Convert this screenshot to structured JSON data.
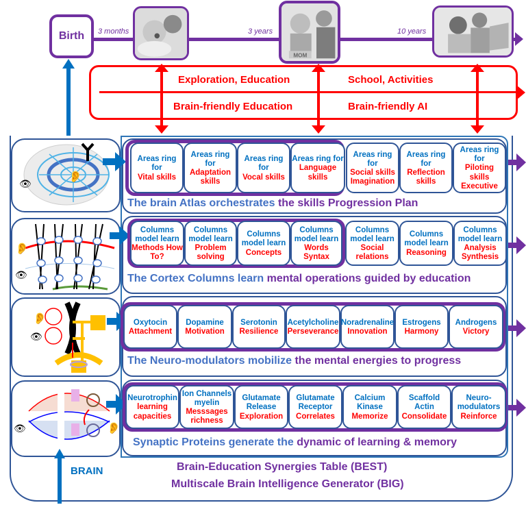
{
  "timeline": {
    "birth_label": "Birth",
    "ages": [
      "3 months",
      "3 years",
      "10 years"
    ],
    "photos": [
      {
        "name": "infant-with-mother-photo",
        "caption": ""
      },
      {
        "name": "toddler-with-grandmother-photo",
        "caption": "MOM"
      },
      {
        "name": "child-with-mother-laptop-photo",
        "caption": ""
      }
    ]
  },
  "context_band": {
    "row1_left": "Exploration,  Education",
    "row1_right": "School, Activities",
    "row2_left": "Brain-friendly Education",
    "row2_right": "Brain-friendly   AI"
  },
  "rows": [
    {
      "id": "atlas",
      "illustration": "brain-atlas-rings-illustration",
      "cells": [
        {
          "top": "Areas ring for",
          "bottom": "Vital skills"
        },
        {
          "top": "Areas ring for",
          "bottom": "Adaptation skills"
        },
        {
          "top": "Areas ring for",
          "bottom": "Vocal skills"
        },
        {
          "top": "Areas ring for",
          "bottom": "Language skills"
        },
        {
          "top": "Areas ring for",
          "bottom": "Social skills Imagination"
        },
        {
          "top": "Areas ring for",
          "bottom": "Reflection skills"
        },
        {
          "top": "Areas ring for",
          "bottom": "Piloting skills Executive"
        }
      ],
      "title_blue": "The brain Atlas orchestrates",
      "title_purple": "the  skills  Progression Plan"
    },
    {
      "id": "columns",
      "illustration": "cortex-columns-illustration",
      "cells": [
        {
          "top": "Columns model learn",
          "bottom": "Methods How To?"
        },
        {
          "top": "Columns model learn",
          "bottom": "Problem solving"
        },
        {
          "top": "Columns model learn",
          "bottom": "Concepts"
        },
        {
          "top": "Columns model learn",
          "bottom": "Words Syntax"
        },
        {
          "top": "Columns model learn",
          "bottom": "Social relations"
        },
        {
          "top": "Columns model learn",
          "bottom": "Reasoning"
        },
        {
          "top": "Columns model learn",
          "bottom": "Analysis Synthesis"
        }
      ],
      "title_blue": "The Cortex Columns  learn",
      "title_purple": "mental operations  guided by education"
    },
    {
      "id": "neuromodulators",
      "illustration": "neuromodulator-pathways-illustration",
      "cells": [
        {
          "top": "Oxytocin",
          "bottom": "Attachment"
        },
        {
          "top": "Dopamine",
          "bottom": "Motivation"
        },
        {
          "top": "Serotonin",
          "bottom": "Resilience"
        },
        {
          "top": "Acetylcholine",
          "bottom": "Perseverance"
        },
        {
          "top": "Noradrenaline",
          "bottom": "Innovation"
        },
        {
          "top": "Estrogens",
          "bottom": "Harmony"
        },
        {
          "top": "Androgens",
          "bottom": "Victory"
        }
      ],
      "title_blue": "The Neuro-modulators  mobilize",
      "title_purple": "the mental energies to progress"
    },
    {
      "id": "synaptic",
      "illustration": "synapse-proteins-illustration",
      "cells": [
        {
          "top": "Neurotrophin",
          "bottom": "learning capacities"
        },
        {
          "top": "Ion Channels myelin",
          "bottom": "Messsages richness"
        },
        {
          "top": "Glutamate Release",
          "bottom": "Exploration"
        },
        {
          "top": "Glutamate Receptor",
          "bottom": "Correlates"
        },
        {
          "top": "Calcium Kinase",
          "bottom": "Memorize"
        },
        {
          "top": "Scaffold Actin",
          "bottom": "Consolidate"
        },
        {
          "top": "Neuro- modulators",
          "bottom": "Reinforce"
        }
      ],
      "title_blue": "Synaptic Proteins generate the",
      "title_purple": "dynamic of learning & memory"
    }
  ],
  "footer": {
    "brain_label": "BRAIN",
    "line1": "Brain-Education Synergies Table (BEST)",
    "line2": "Multiscale Brain Intelligence Generator (BIG)"
  },
  "colors": {
    "purple": "#7030a0",
    "red": "#ff0000",
    "blue": "#0070c0",
    "frame_blue": "#2f5597",
    "title_blue": "#4472c4"
  }
}
